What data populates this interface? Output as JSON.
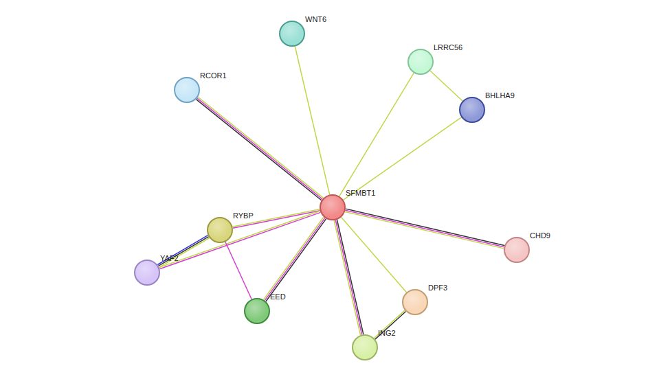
{
  "diagram": {
    "nodes": [
      {
        "text": [
          "WNT6"
        ]
      },
      {
        "text": [
          "LRRC56"
        ]
      },
      {
        "text": [
          "RCOR1"
        ]
      },
      {
        "text": [
          "BHLHA9"
        ]
      },
      {
        "text": [
          "SFMBT1"
        ]
      },
      {
        "text": [
          "RYBP"
        ]
      },
      {
        "text": [
          "CHD9"
        ]
      },
      {
        "text": [
          "YAF2"
        ]
      },
      {
        "text": [
          "DPF3"
        ]
      },
      {
        "text": [
          "EED"
        ]
      },
      {
        "text": [
          "ING2"
        ]
      }
    ],
    "edges": [
      {
        "from": 4,
        "to": 0,
        "arrow": "none"
      },
      {
        "from": 4,
        "to": 1,
        "arrow": "none"
      },
      {
        "from": 1,
        "to": 3,
        "arrow": "none"
      },
      {
        "from": 4,
        "to": 3,
        "arrow": "none"
      },
      {
        "from": 4,
        "to": 2,
        "arrow": "none"
      },
      {
        "from": 4,
        "to": 5,
        "arrow": "none"
      },
      {
        "from": 4,
        "to": 7,
        "arrow": "none"
      },
      {
        "from": 4,
        "to": 6,
        "arrow": "none"
      },
      {
        "from": 4,
        "to": 9,
        "arrow": "none"
      },
      {
        "from": 4,
        "to": 10,
        "arrow": "none"
      },
      {
        "from": 4,
        "to": 8,
        "arrow": "none"
      },
      {
        "from": 5,
        "to": 7,
        "arrow": "none"
      },
      {
        "from": 5,
        "to": 9,
        "arrow": "none"
      },
      {
        "from": 8,
        "to": 10,
        "arrow": "none"
      }
    ]
  }
}
